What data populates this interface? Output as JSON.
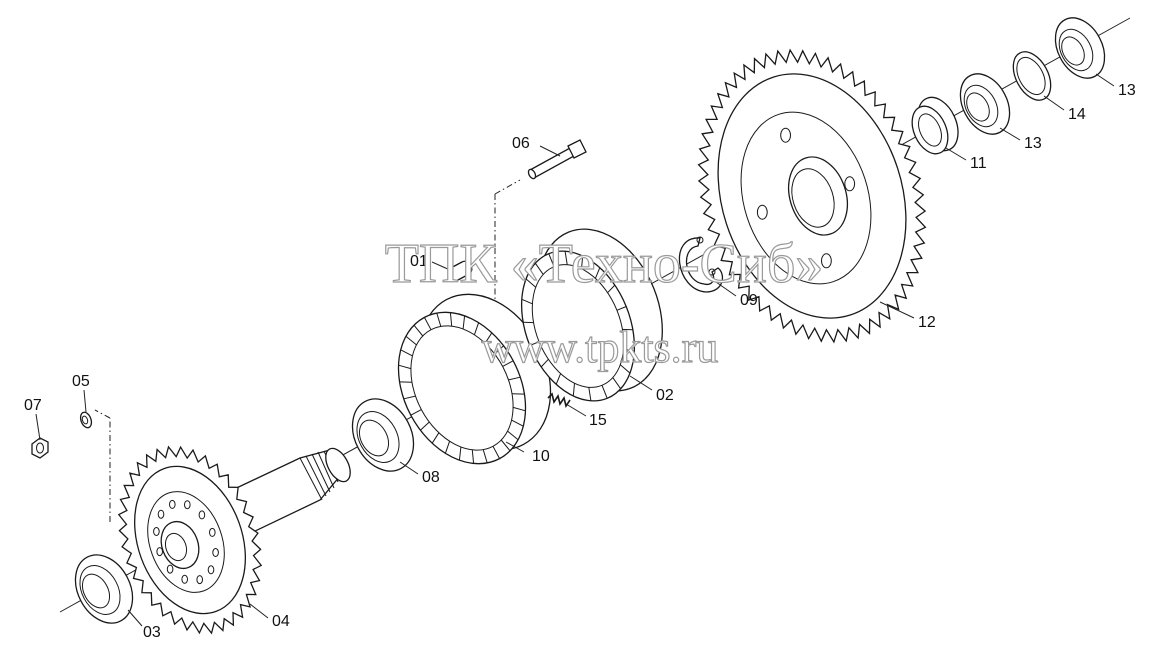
{
  "watermark": {
    "line1": "ТПК «Техно-Сиб»",
    "line2": "www.tpkts.ru"
  },
  "callouts": [
    {
      "id": "06",
      "text": "06"
    },
    {
      "id": "01",
      "text": "01"
    },
    {
      "id": "05",
      "text": "05"
    },
    {
      "id": "07",
      "text": "07"
    },
    {
      "id": "03",
      "text": "03"
    },
    {
      "id": "04",
      "text": "04"
    },
    {
      "id": "08",
      "text": "08"
    },
    {
      "id": "10",
      "text": "10"
    },
    {
      "id": "15",
      "text": "15"
    },
    {
      "id": "02",
      "text": "02"
    },
    {
      "id": "09",
      "text": "09"
    },
    {
      "id": "12",
      "text": "12"
    },
    {
      "id": "11",
      "text": "11"
    },
    {
      "id": "13a",
      "text": "13"
    },
    {
      "id": "14",
      "text": "14"
    },
    {
      "id": "13b",
      "text": "13"
    }
  ]
}
